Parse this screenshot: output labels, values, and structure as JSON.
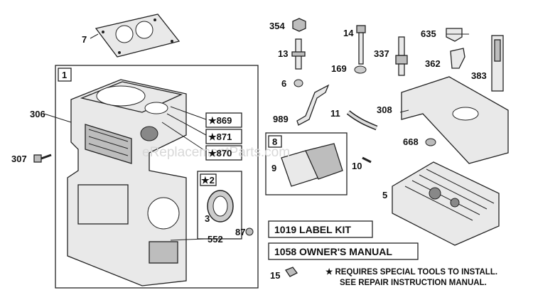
{
  "watermark": "eReplacementParts.com",
  "part_labels": {
    "p7": "7",
    "p306": "306",
    "p307": "307",
    "p3": "3",
    "p552": "552",
    "p87": "87",
    "p15": "15",
    "p354": "354",
    "p13": "13",
    "p6": "6",
    "p989": "989",
    "p14": "14",
    "p169": "169",
    "p337": "337",
    "p11": "11",
    "p10": "10",
    "p9": "9",
    "p635": "635",
    "p362": "362",
    "p383": "383",
    "p308": "308",
    "p668": "668",
    "p5": "5"
  },
  "box_labels": {
    "b1": "1",
    "b2": "★2",
    "b8": "8",
    "b869": "★869",
    "b871": "★871",
    "b870": "★870"
  },
  "kits": {
    "label_kit": "1019 LABEL KIT",
    "owners_manual": "1058 OWNER'S MANUAL"
  },
  "notes": {
    "line1": "★ REQUIRES SPECIAL TOOLS TO INSTALL.",
    "line2": "SEE REPAIR INSTRUCTION MANUAL."
  }
}
